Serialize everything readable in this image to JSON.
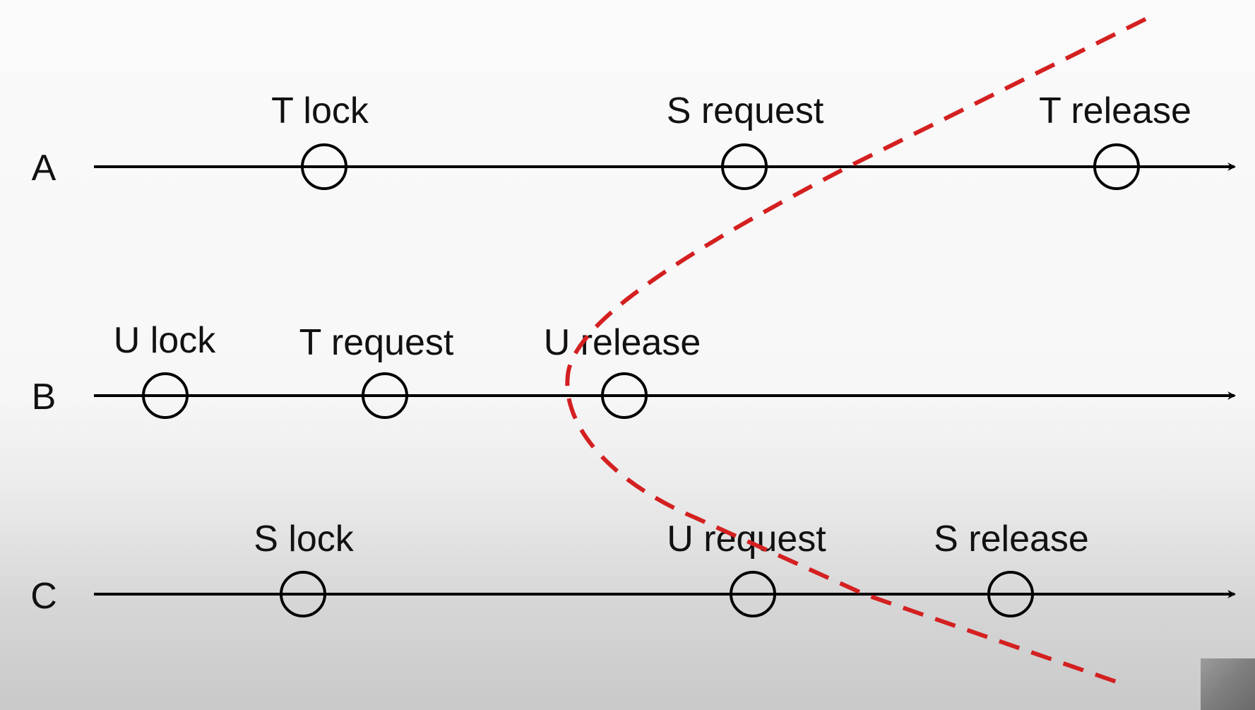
{
  "processes": [
    {
      "name": "A",
      "events": [
        {
          "label": "T lock"
        },
        {
          "label": "S request"
        },
        {
          "label": "T release"
        }
      ]
    },
    {
      "name": "B",
      "events": [
        {
          "label": "U lock"
        },
        {
          "label": "T request"
        },
        {
          "label": "U release"
        }
      ]
    },
    {
      "name": "C",
      "events": [
        {
          "label": "S lock"
        },
        {
          "label": "U request"
        },
        {
          "label": "S release"
        }
      ]
    }
  ],
  "colors": {
    "line": "#000000",
    "cut": "#d42020"
  }
}
